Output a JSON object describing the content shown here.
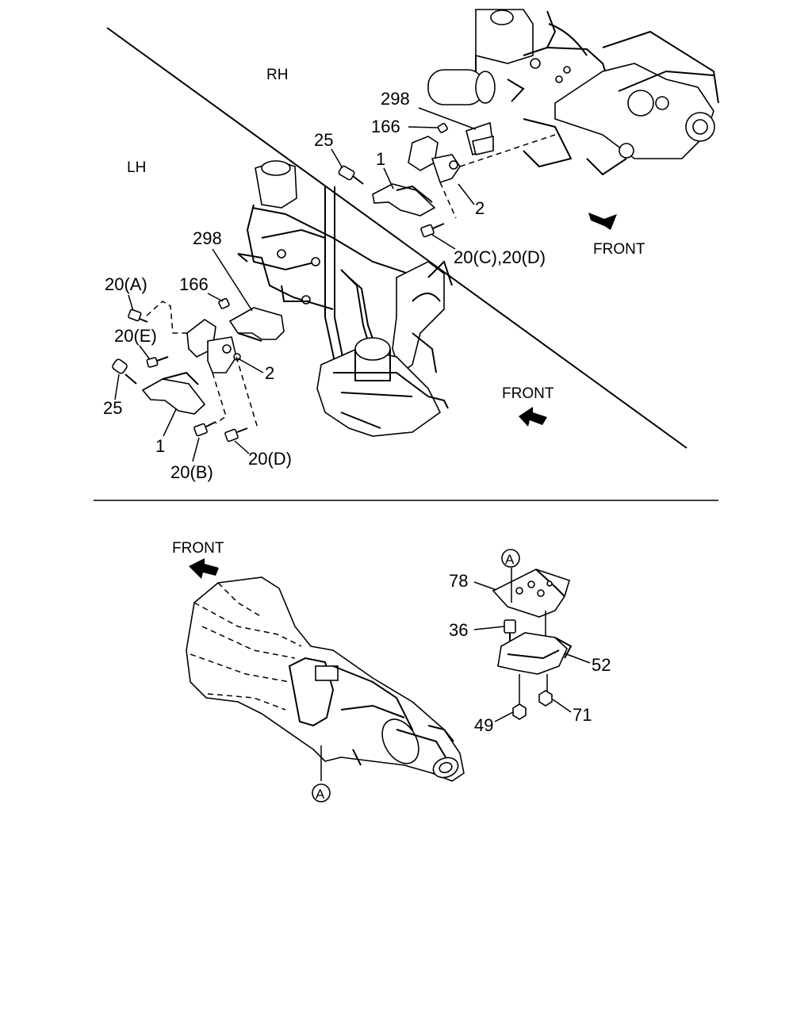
{
  "side_labels": {
    "rh": "RH",
    "lh": "LH"
  },
  "directions": {
    "front_rh": "FRONT",
    "front_lh": "FRONT",
    "front_trans": "FRONT"
  },
  "rh_callouts": {
    "p298": "298",
    "p166": "166",
    "p25": "25",
    "p1": "1",
    "p2": "2",
    "p20cd": "20(C),20(D)"
  },
  "lh_callouts": {
    "p298": "298",
    "p166": "166",
    "p20a": "20(A)",
    "p20e": "20(E)",
    "p25": "25",
    "p2": "2",
    "p1": "1",
    "p20b": "20(B)",
    "p20d": "20(D)"
  },
  "trans_callouts": {
    "ref_a_top": "A",
    "ref_a_bottom": "A",
    "p78": "78",
    "p36": "36",
    "p52": "52",
    "p49": "49",
    "p71": "71"
  },
  "icons": [
    "direction-arrow-icon",
    "callout-circle-icon"
  ]
}
